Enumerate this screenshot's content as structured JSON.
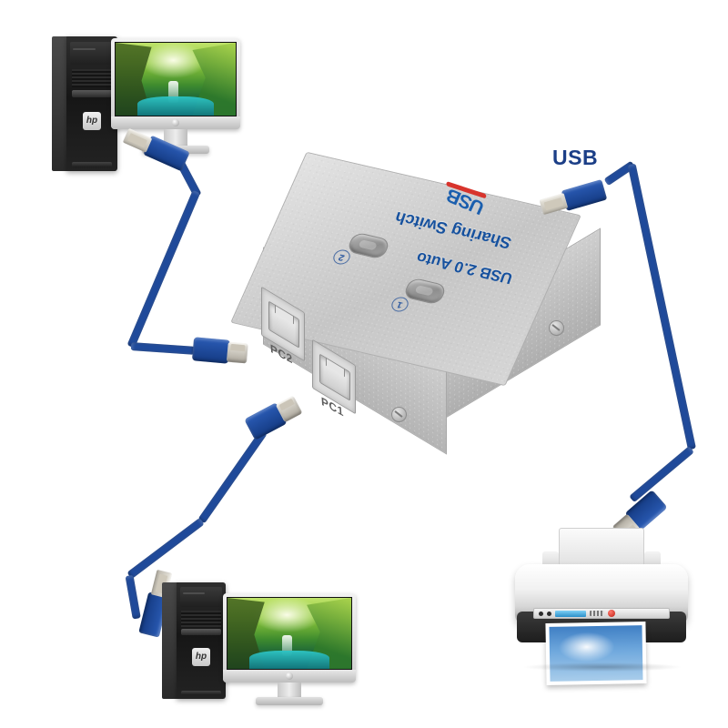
{
  "scene": {
    "background_color": "#ffffff",
    "cable_color": "#1f4a9b",
    "accent_blue": "#1c3f87"
  },
  "labels": {
    "usb_callout": "USB"
  },
  "device": {
    "name": "usb-auto-sharing-switch",
    "casing_color": "#c9c9c9",
    "lid_text_line1": "USB 2.0 Auto",
    "lid_text_line2": "Sharing Switch",
    "lid_text_color": "#16519e",
    "logo": {
      "word": "USB",
      "word_color": "#1b5fae",
      "swoosh_color": "#d8342c"
    },
    "buttons": [
      {
        "number": "2"
      },
      {
        "number": "1"
      }
    ],
    "ports": [
      {
        "label": "PC2"
      },
      {
        "label": "PC1"
      }
    ]
  },
  "computers": [
    {
      "id": "pc-top",
      "tower_brand": "hp",
      "screen_scene": "green-forest-waterfall"
    },
    {
      "id": "pc-bottom",
      "tower_brand": "hp",
      "screen_scene": "green-forest-waterfall"
    }
  ],
  "printer": {
    "name": "inkjet-printer",
    "body_color": "#f1f1f1",
    "output_photo": "blue-sky-clouds"
  },
  "connectors": [
    {
      "id": "plug-pc-top-a",
      "type": "usb-type-a"
    },
    {
      "id": "plug-switch-pc2-b",
      "type": "usb-type-b"
    },
    {
      "id": "plug-switch-pc1-b",
      "type": "usb-type-b"
    },
    {
      "id": "plug-pc-bottom-a",
      "type": "usb-type-a"
    },
    {
      "id": "plug-host-a",
      "type": "usb-type-a"
    },
    {
      "id": "plug-printer-b",
      "type": "usb-type-b"
    }
  ]
}
